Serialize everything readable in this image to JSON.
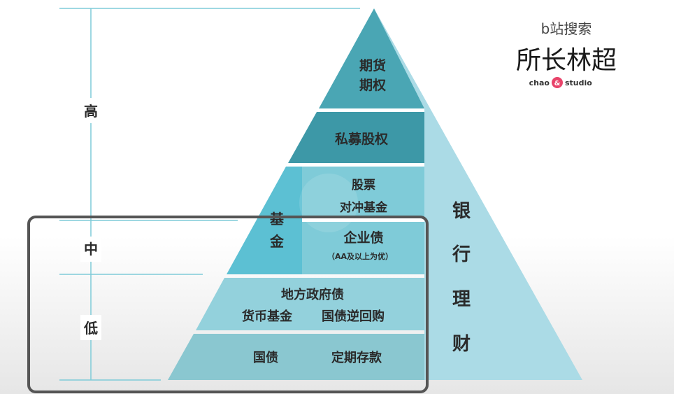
{
  "axis": {
    "high": "高",
    "mid": "中",
    "low": "低"
  },
  "pyramid": {
    "futures": [
      "期货",
      "期权"
    ],
    "private_equity": "私募股权",
    "fund": [
      "基",
      "金"
    ],
    "stocks": [
      "股票",
      "对冲基金"
    ],
    "corporate_bonds": "企业债",
    "corporate_note": "（AA及以上为优）",
    "local_gov": "地方政府债",
    "money_fund": "货币基金",
    "repo": "国债逆回购",
    "treasury": "国债",
    "deposit": "定期存款",
    "bank": [
      "银",
      "行",
      "理",
      "财"
    ]
  },
  "watermark": {
    "search": "b站搜索",
    "name": "所长林超",
    "studio_left": "chao",
    "studio_amp": "&",
    "studio_right": "studio"
  },
  "colors": {
    "top": "#4aa6b4",
    "pe": "#3d98a7",
    "fund_left": "#5cc0d3",
    "fund_right": "#7fcbd8",
    "lower": "#93d1dc",
    "bottom": "#8ac7d0",
    "side": "#abdbe6",
    "frame": "#555555",
    "accent": "#e8436a"
  }
}
